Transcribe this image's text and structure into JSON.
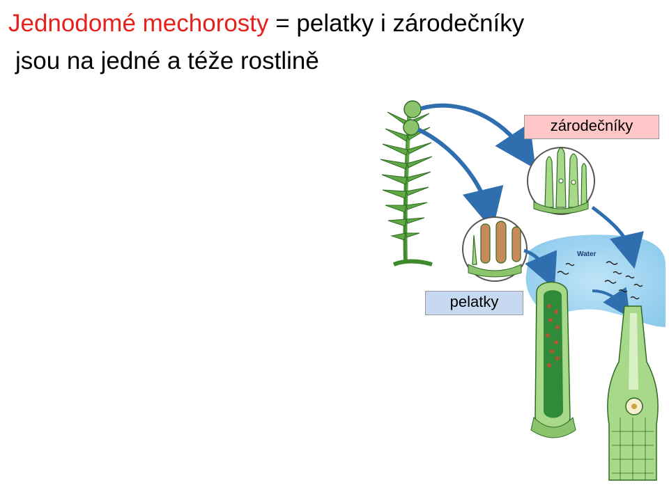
{
  "title": {
    "highlight": "Jednodomé mechorosty",
    "rest": " = pelatky i zárodečníky"
  },
  "subtitle": "jsou na jedné a téže rostlině",
  "labels": {
    "archegonia": "zárodečníky",
    "antheridia": "pelatky",
    "water": "Water"
  },
  "colors": {
    "title_highlight": "#e8201b",
    "archegonia_box": "#ffc7c7",
    "antheridia_box": "#c6d9f0",
    "plant_green": "#4f9a3a",
    "water_blue": "#9fd3f0",
    "arrow_blue": "#2f6fb0"
  }
}
